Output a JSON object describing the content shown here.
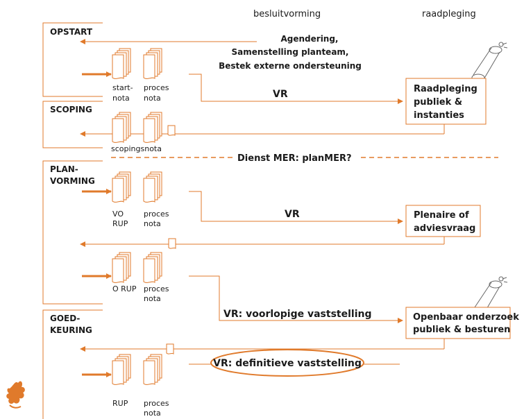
{
  "colors": {
    "accent": "#e07a2b",
    "frame": "#e07a2b",
    "text": "#1a1a1a",
    "sketch": "#666666"
  },
  "headers": {
    "left": "besluitvorming",
    "right": "raadpleging"
  },
  "phases": {
    "opstart": "OPSTART",
    "scoping": "SCOPING",
    "plan_1": "PLAN-",
    "plan_2": "VORMING",
    "goed_1": "GOED-",
    "goed_2": "KEURING"
  },
  "agendering": [
    "Agendering,",
    "Samenstelling planteam,",
    "Bestek externe ondersteuning"
  ],
  "docs": {
    "start_1": "start-",
    "start_2": "nota",
    "proces_1": "proces",
    "proces_2": "nota",
    "scopingsnota": "scopingsnota",
    "vo_1": "VO",
    "vo_2": "RUP",
    "orup": "O RUP",
    "rup": "RUP"
  },
  "vr_labels": {
    "vr1": "VR",
    "vr2": "VR",
    "vr3": "VR: voorlopige vaststelling",
    "vr4": "VR: definitieve vaststelling"
  },
  "mer": "Dienst MER: planMER?",
  "consult": {
    "raad": [
      "Raadpleging",
      "publiek &",
      "instanties"
    ],
    "plen": [
      "Plenaire of",
      "adviesvraag"
    ],
    "open": [
      "Openbaar onderzoek",
      "publiek & besturen"
    ]
  },
  "icons": [
    "document-stack-icon",
    "flag-logo-icon",
    "ink-roller-icon"
  ]
}
